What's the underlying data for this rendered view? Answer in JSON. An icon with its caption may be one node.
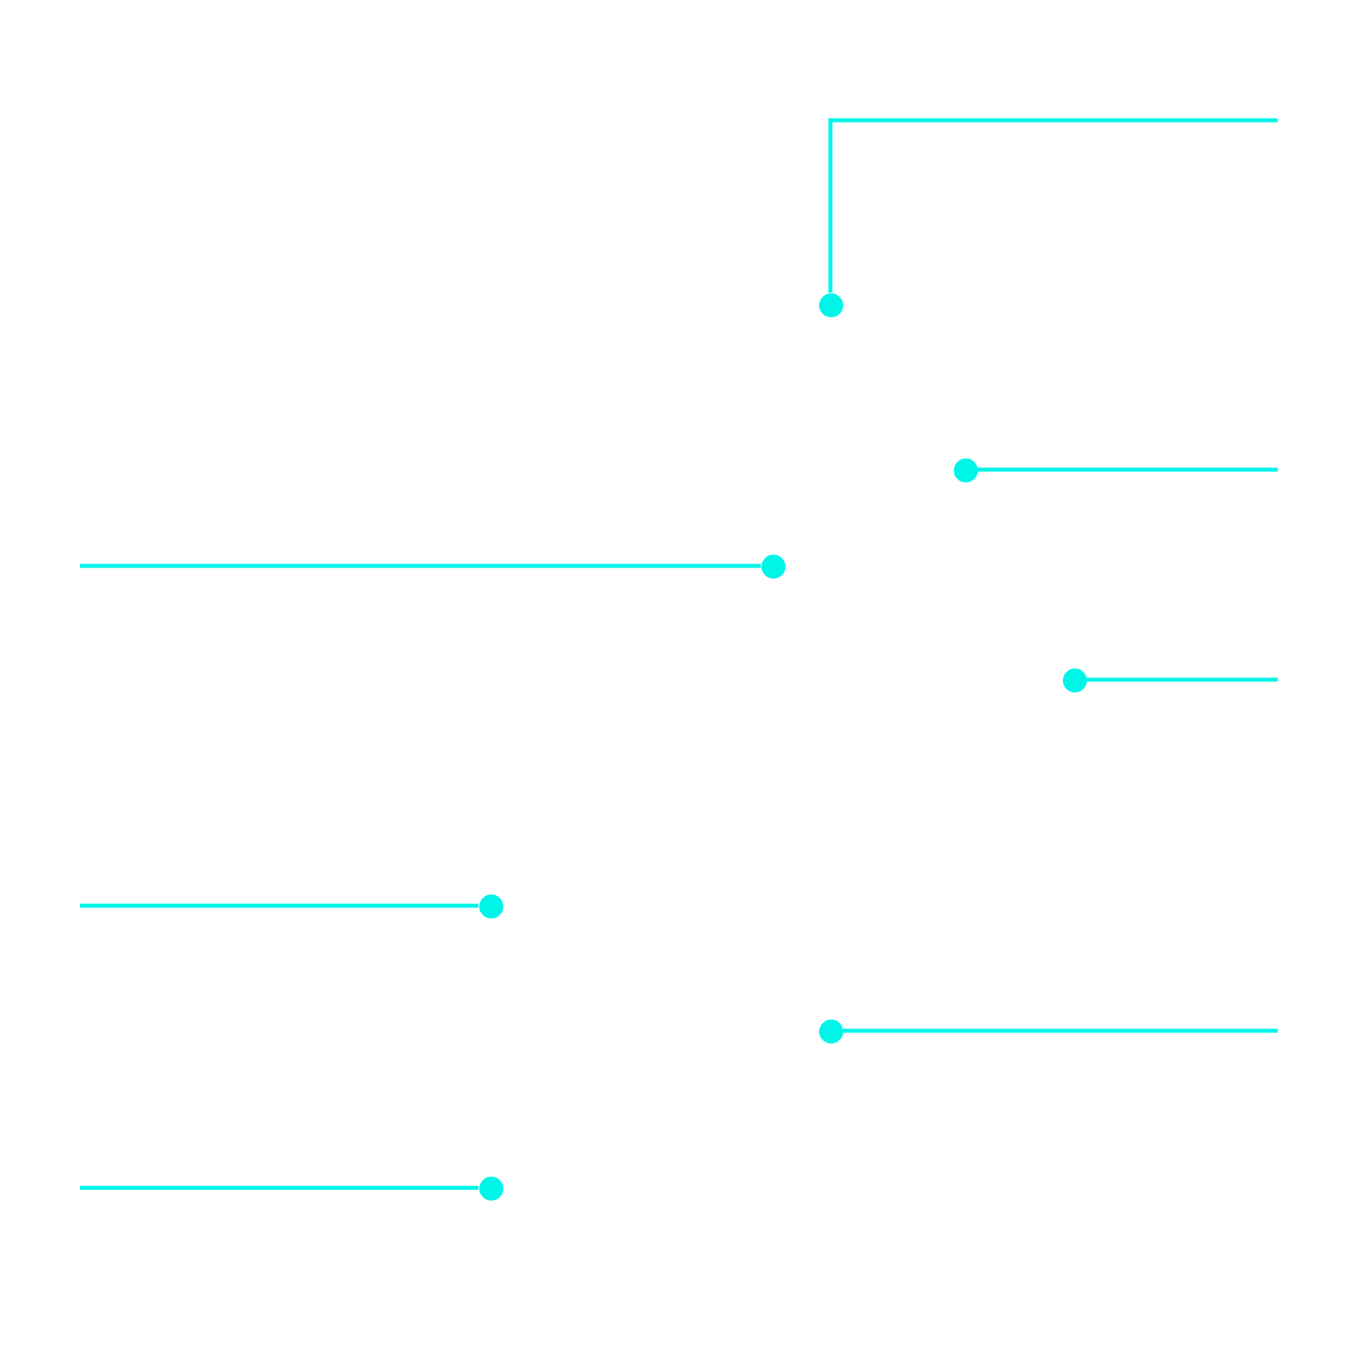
{
  "diagram": {
    "nodes": [
      {
        "text": [],
        "shape": "circle"
      },
      {
        "text": [],
        "shape": "circle"
      },
      {
        "text": [],
        "shape": "circle"
      },
      {
        "text": [],
        "shape": "circle"
      },
      {
        "text": [],
        "shape": "circle"
      },
      {
        "text": [],
        "shape": "circle"
      },
      {
        "text": [],
        "shape": "circle"
      }
    ],
    "edges": [
      {
        "from": null,
        "to": 0,
        "arrow": "none"
      },
      {
        "from": null,
        "to": 1,
        "arrow": "none"
      },
      {
        "from": null,
        "to": 2,
        "arrow": "none"
      },
      {
        "from": null,
        "to": 3,
        "arrow": "none"
      },
      {
        "from": null,
        "to": 4,
        "arrow": "none"
      },
      {
        "from": null,
        "to": 5,
        "arrow": "none"
      },
      {
        "from": null,
        "to": 6,
        "arrow": "none"
      }
    ]
  }
}
